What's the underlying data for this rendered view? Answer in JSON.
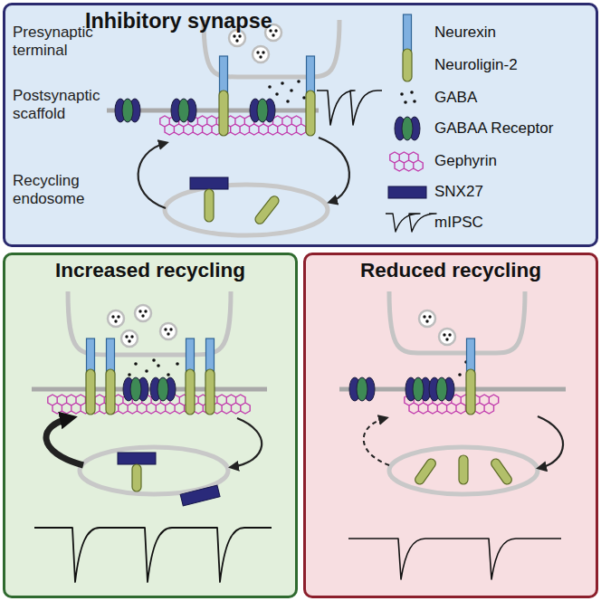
{
  "diagram": {
    "nodes": [
      {
        "text": [
          "Inhibitory synapse"
        ]
      },
      {
        "text": [
          "Increased recycling"
        ]
      },
      {
        "text": [
          "Reduced recycling"
        ]
      }
    ],
    "labels": [
      "Presynaptic terminal",
      "Postsynaptic scaffold",
      "Recycling endosome"
    ],
    "legend": [
      {
        "text": "Neurexin"
      },
      {
        "text": "Neuroligin-2"
      },
      {
        "text": "GABA"
      },
      {
        "text": "GABAA Receptor"
      },
      {
        "text": "Gephyrin"
      },
      {
        "text": "SNX27"
      },
      {
        "text": "mIPSC"
      }
    ]
  }
}
